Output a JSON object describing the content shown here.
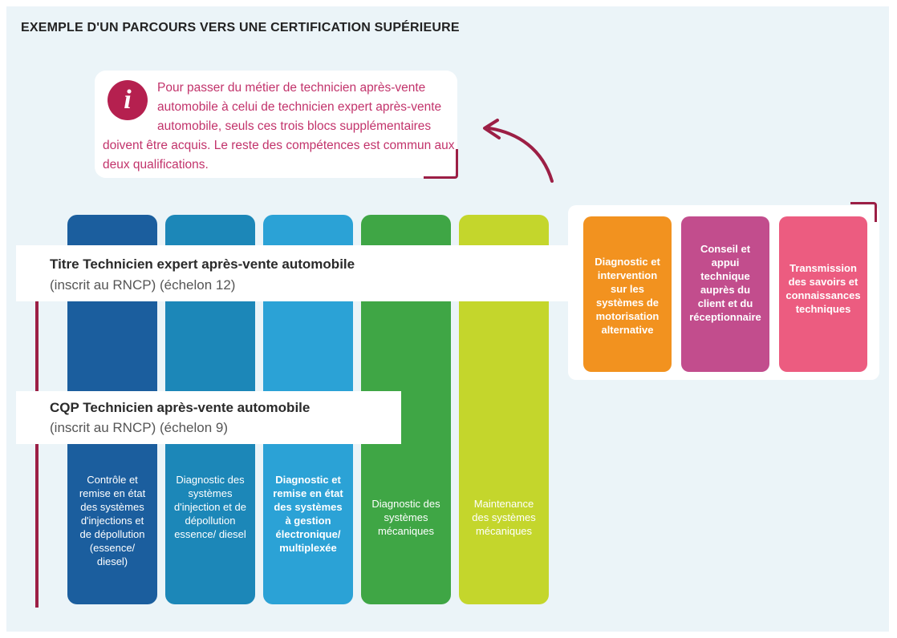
{
  "title": "EXEMPLE D'UN PARCOURS VERS UNE CERTIFICATION SUPÉRIEURE",
  "info": {
    "icon": "info-icon",
    "text": "Pour passer du métier de technicien après-vente automobile à celui de technicien expert après-vente automobile, seuls ces trois blocs supplémentaires doivent être acquis. Le reste des compétences est commun aux deux qualifications."
  },
  "levels": [
    {
      "title": "Titre Technicien expert après-vente automobile",
      "subtitle": "(inscrit au RNCP) (échelon 12)"
    },
    {
      "title": "CQP Technicien après-vente automobile",
      "subtitle": "(inscrit au RNCP) (échelon 9)"
    }
  ],
  "blocks": [
    {
      "label": "Contrôle et remise en état des systèmes d'injections et de dépollution (essence/ diesel)",
      "color": "#1b5e9e"
    },
    {
      "label": "Diagnostic des systèmes d'injection et de dépollution essence/ diesel",
      "color": "#1c87b8"
    },
    {
      "label": "Diagnostic et remise en état des systèmes à gestion électronique/ multiplexée",
      "color": "#2ba2d6"
    },
    {
      "label": "Diagnostic des systèmes mécaniques",
      "color": "#3fa645"
    },
    {
      "label": "Maintenance des systèmes mécaniques",
      "color": "#c4d62c"
    }
  ],
  "extra_blocks": [
    {
      "label": "Diagnostic et intervention sur les systèmes de motorisation alternative",
      "color": "#f2921f"
    },
    {
      "label": "Conseil et appui technique auprès du client et du réceptionnaire",
      "color": "#c24d8d"
    },
    {
      "label": "Transmission des savoirs et connaissances techniques",
      "color": "#ec5c80"
    }
  ],
  "colors": {
    "accent": "#9c1f45",
    "info_text": "#c2336b",
    "background": "#ebf4f8"
  }
}
